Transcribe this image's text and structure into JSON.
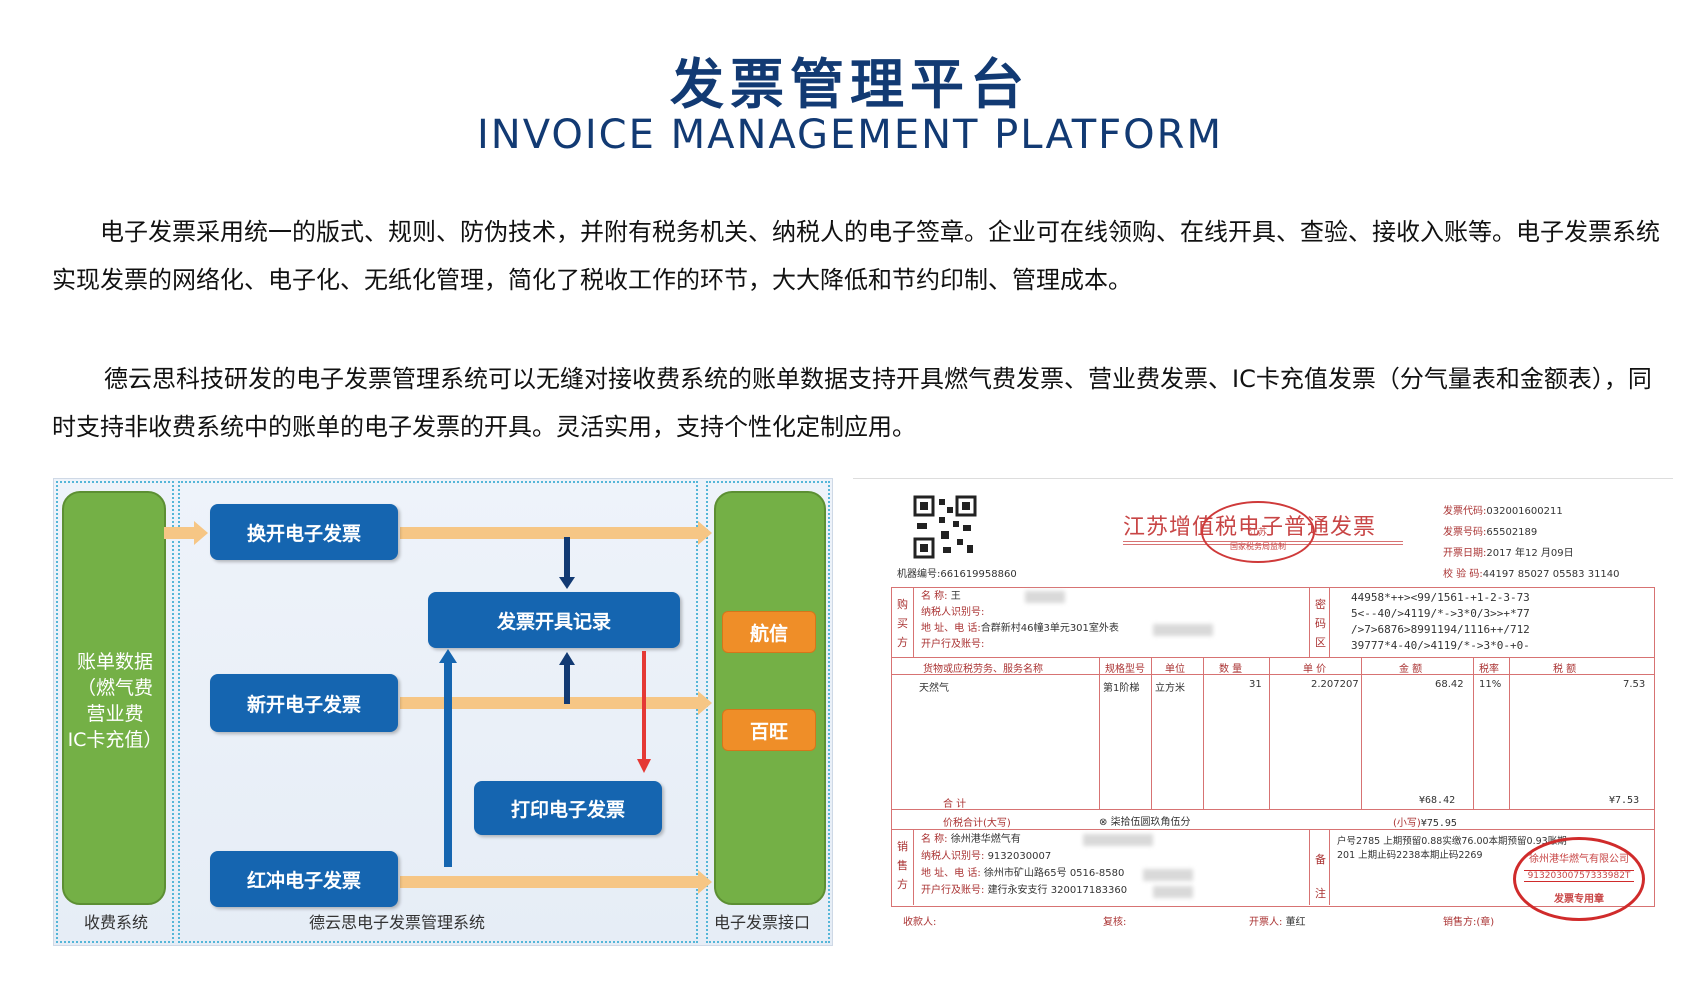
{
  "header": {
    "title_cn": "发票管理平台",
    "title_en": "INVOICE MANAGEMENT PLATFORM"
  },
  "intro": {
    "paragraph1": "电子发票采用统一的版式、规则、防伪技术，并附有税务机关、纳税人的电子签章。企业可在线领购、在线开具、查验、接收入账等。电子发票系统实现发票的网络化、电子化、无纸化管理，简化了税收工作的环节，大大降低和节约印制、管理成本。",
    "paragraph2": "德云思科技研发的电子发票管理系统可以无缝对接收费系统的账单数据支持开具燃气费发票、营业费发票、IC卡充值发票（分气量表和金额表），同时支持非收费系统中的账单的电子发票的开具。灵活实用，支持个性化定制应用。"
  },
  "diagram": {
    "ledger_lines": [
      "账单数据",
      "（燃气费",
      "营业费",
      "IC卡充值）"
    ],
    "box_exchange": "换开电子发票",
    "box_record": "发票开具记录",
    "box_new": "新开电子发票",
    "box_print": "打印电子发票",
    "box_red": "红冲电子发票",
    "provider1": "航信",
    "provider2": "百旺",
    "footer_left": "收费系统",
    "footer_mid": "德云思电子发票管理系统",
    "footer_right": "电子发票接口",
    "colors": {
      "green": "#74b046",
      "blue": "#1565b0",
      "orange": "#ef8e28",
      "arrow_red": "#e53935"
    }
  },
  "invoice": {
    "title": "江苏增值税电子普通发票",
    "seal_top": "江苏",
    "seal_bottom": "国家税务局监制",
    "code_label": "发票代码:",
    "code_value": "032001600211",
    "number_label": "发票号码:",
    "number_value": "65502189",
    "date_label": "开票日期:",
    "date_value": "2017 年12 月09日",
    "check_label": "校 验 码:",
    "check_value": "44197 85027 05583 31140",
    "machine_label": "机器编号:",
    "machine_value": "661619958860",
    "buyer_side": [
      "购",
      "买",
      "方"
    ],
    "buyer_name_label": "名      称:",
    "buyer_name_value": "王",
    "buyer_tax_label": "纳税人识别号:",
    "buyer_addr_label": "地 址、电 话:",
    "buyer_addr_value": "合群新村46幢3单元301室外表",
    "buyer_bank_label": "开户行及账号:",
    "pwd_side": [
      "密",
      "码",
      "区"
    ],
    "pwd_lines": [
      "44958*++><99/1561-+1-2-3-73",
      "5<--40/>4119/*->3*0/3>>+*77",
      "/>7>6876>8991194/1116++/712",
      "39777*4-40/>4119/*->3*0-+0-"
    ],
    "col_goods": "货物或应税劳务、服务名称",
    "col_spec": "规格型号",
    "col_unit": "单位",
    "col_qty": "数 量",
    "col_price": "单 价",
    "col_amount": "金 额",
    "col_rate": "税率",
    "col_tax": "税 额",
    "item_name": "天然气",
    "item_spec": "第1阶梯",
    "item_unit": "立方米",
    "item_qty": "31",
    "item_price": "2.207207",
    "item_amount": "68.42",
    "item_rate": "11%",
    "item_tax": "7.53",
    "total_label": "合          计",
    "total_amount": "¥68.42",
    "total_tax": "¥7.53",
    "sum_label": "价税合计(大写)",
    "sum_upper": "柒拾伍圆玖角伍分",
    "sum_small_label": "(小写)",
    "sum_small_value": "¥75.95",
    "seller_side": [
      "销",
      "售",
      "方"
    ],
    "seller_name_label": "名      称:",
    "seller_name_value": "徐州港华燃气有",
    "seller_tax_label": "纳税人识别号:",
    "seller_tax_value": "9132030007",
    "seller_addr_label": "地 址、电 话:",
    "seller_addr_value": "徐州市矿山路65号 0516-8580",
    "seller_bank_label": "开户行及账号:",
    "seller_bank_value": "建行永安支行 320017183360",
    "remark_side": [
      "备",
      "注"
    ],
    "remark1": "户号2785   上期预留0.88实缴76.00本期预留0.93账期",
    "remark2": "201      上期止码2238本期止码2269",
    "payee_label": "收款人:",
    "reviewer_label": "复核:",
    "drawer_label": "开票人:",
    "drawer_value": "董红",
    "seller_sign_label": "销售方:(章)",
    "seal2_top": "徐州港华燃气有限公司",
    "seal2_code": "91320300757333982T",
    "seal2_bottom": "发票专用章"
  }
}
